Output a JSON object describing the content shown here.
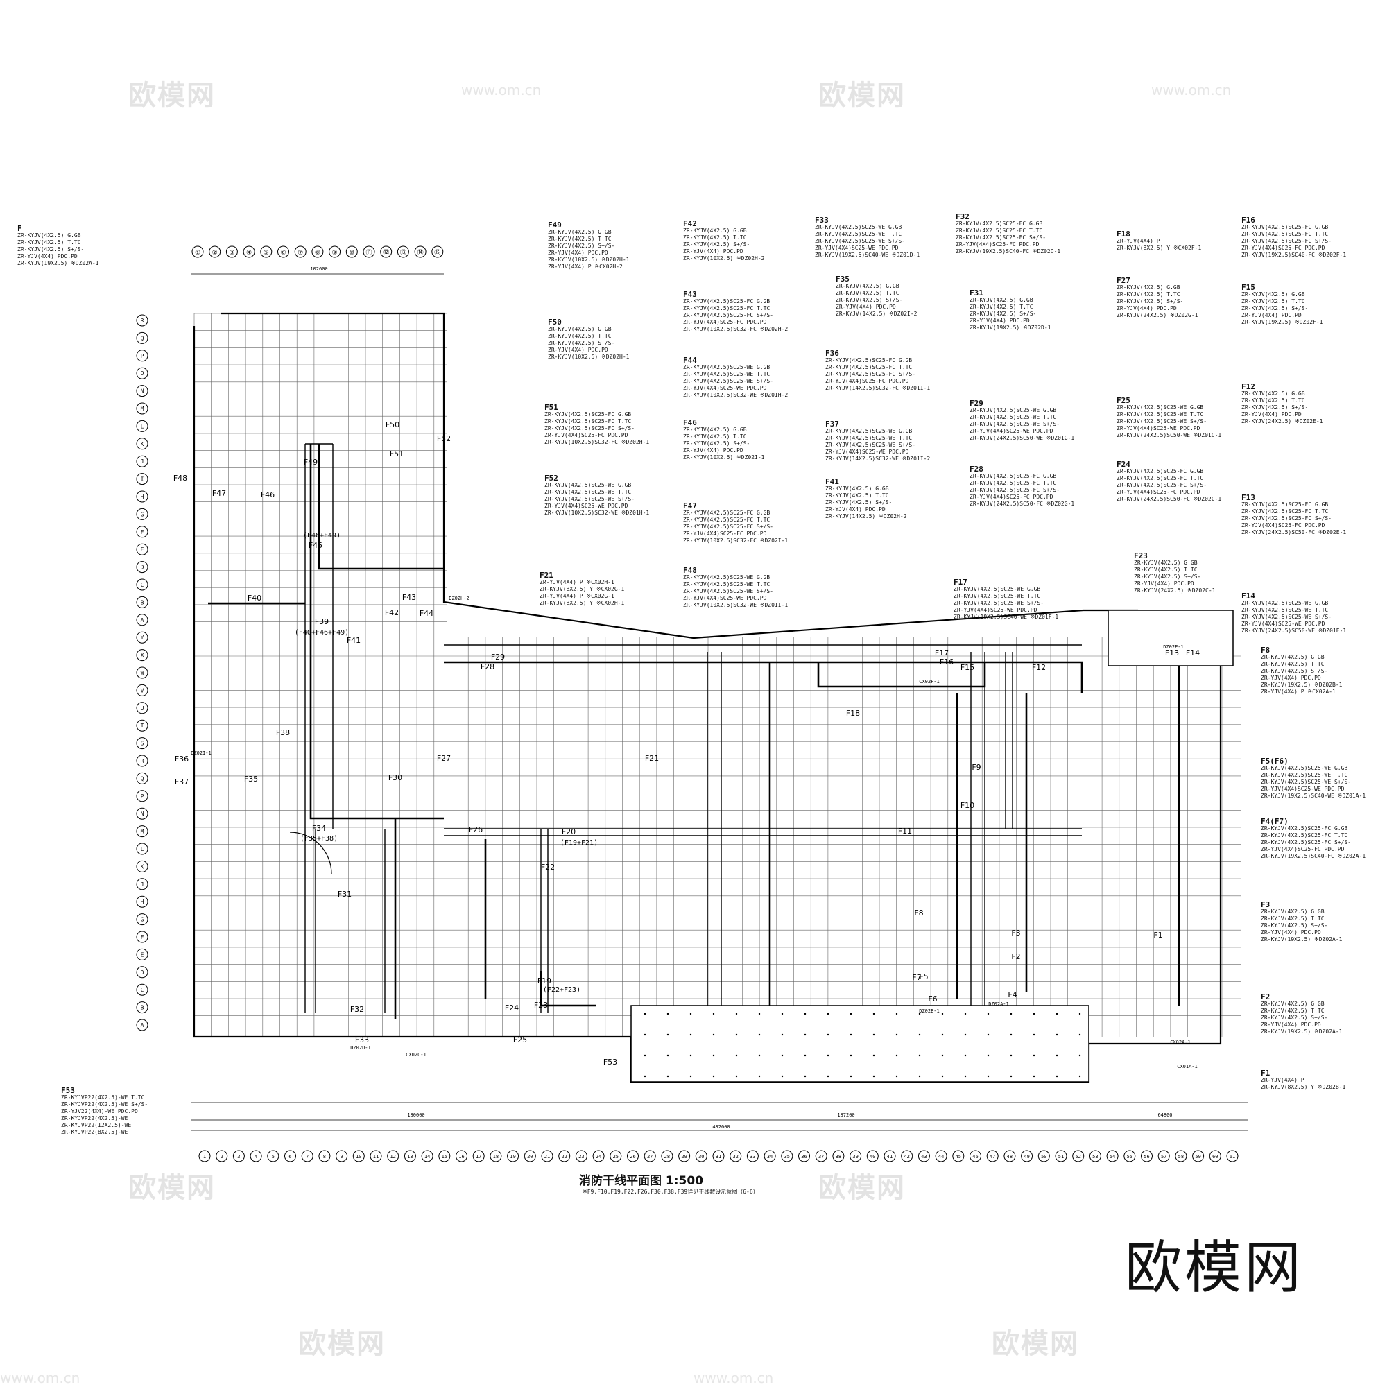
{
  "watermarks": {
    "brand_text": "欧模网",
    "url_text": "www.om.cn"
  },
  "drawing": {
    "title": "消防干线平面图 1:500",
    "note": "※F9,F10,F19,F22,F26,F30,F38,F39详见干线敷设示意图（6-6）",
    "top_dimension": "102600",
    "bottom_dimensions": [
      "180000",
      "187200",
      "64800",
      "432000"
    ],
    "column_grid_top": [
      "①",
      "②",
      "③",
      "④",
      "⑤",
      "⑥",
      "⑦",
      "⑧",
      "⑨",
      "⑩",
      "⑪",
      "⑫",
      "⑬",
      "⑭",
      "⑮"
    ],
    "column_grid_bottom_count": 61,
    "row_grid_left": [
      "R",
      "Q",
      "P",
      "O",
      "N",
      "M",
      "L",
      "K",
      "J",
      "I",
      "H",
      "G",
      "F",
      "E",
      "D",
      "C",
      "B",
      "A",
      "Y",
      "X",
      "W",
      "V",
      "U",
      "T",
      "S",
      "R",
      "Q",
      "P",
      "N",
      "M",
      "L",
      "K",
      "J",
      "H",
      "G",
      "F",
      "E",
      "D",
      "C",
      "B",
      "A"
    ],
    "feeder_labels": [
      "F1",
      "F2",
      "F3",
      "F4",
      "F5",
      "F6",
      "F7",
      "F8",
      "F9",
      "F10",
      "F11",
      "F12",
      "F13",
      "F14",
      "F15",
      "F16",
      "F17",
      "F18",
      "F19",
      "F20",
      "F21",
      "F22",
      "F23",
      "F24",
      "F25",
      "F26",
      "F27",
      "F28",
      "F29",
      "F30",
      "F31",
      "F32",
      "F33",
      "F34",
      "F35",
      "F36",
      "F37",
      "F38",
      "F39",
      "F40",
      "F41",
      "F42",
      "F43",
      "F44",
      "F45",
      "F46",
      "F47",
      "F48",
      "F49",
      "F50",
      "F51",
      "F52",
      "F53"
    ],
    "group_labels": [
      "(F46+F49)",
      "(F40+F46+F49)",
      "(F35+F38)",
      "(F19+F21)",
      "(F22+F23)"
    ],
    "box_labels": [
      "DZ02D-1",
      "DZ02H-2",
      "CX02C-1",
      "DZ02E-1",
      "DZ02B-1",
      "CX02A-1",
      "CX01A-1",
      "DZ02A-1",
      "CX02F-1",
      "DZ02I-1"
    ]
  },
  "legends": [
    {
      "id": "F",
      "lines": [
        "ZR-KYJV(4X2.5) G.GB",
        "ZR-KYJV(4X2.5) T.TC",
        "ZR-KYJV(4X2.5) S+/S-",
        "ZR-YJV(4X4) PDC.PD",
        "ZR-KYJV(19X2.5) ※DZ02A-1"
      ]
    },
    {
      "id": "F49",
      "lines": [
        "ZR-KYJV(4X2.5) G.GB",
        "ZR-KYJV(4X2.5) T.TC",
        "ZR-KYJV(4X2.5) S+/S-",
        "ZR-YJV(4X4) PDC.PD",
        "ZR-KYJV(10X2.5) ※DZ02H-1",
        "ZR-YJV(4X4) P ※CX02H-2"
      ]
    },
    {
      "id": "F42",
      "lines": [
        "ZR-KYJV(4X2.5) G.GB",
        "ZR-KYJV(4X2.5) T.TC",
        "ZR-KYJV(4X2.5) S+/S-",
        "ZR-YJV(4X4) PDC.PD",
        "ZR-KYJV(10X2.5) ※DZ02H-2"
      ]
    },
    {
      "id": "F33",
      "lines": [
        "ZR-KYJV(4X2.5)SC25-WE G.GB",
        "ZR-KYJV(4X2.5)SC25-WE T.TC",
        "ZR-KYJV(4X2.5)SC25-WE S+/S-",
        "ZR-YJV(4X4)SC25-WE PDC.PD",
        "ZR-KYJV(19X2.5)SC40-WE ※DZ01D-1"
      ]
    },
    {
      "id": "F32",
      "lines": [
        "ZR-KYJV(4X2.5)SC25-FC G.GB",
        "ZR-KYJV(4X2.5)SC25-FC T.TC",
        "ZR-KYJV(4X2.5)SC25-FC S+/S-",
        "ZR-YJV(4X4)SC25-FC PDC.PD",
        "ZR-KYJV(19X2.5)SC40-FC ※DZ02D-1"
      ]
    },
    {
      "id": "F18",
      "lines": [
        "ZR-YJV(4X4) P",
        "ZR-KYJV(8X2.5) Y ※CX02F-1"
      ]
    },
    {
      "id": "F16",
      "lines": [
        "ZR-KYJV(4X2.5)SC25-FC G.GB",
        "ZR-KYJV(4X2.5)SC25-FC T.TC",
        "ZR-KYJV(4X2.5)SC25-FC S+/S-",
        "ZR-YJV(4X4)SC25-FC PDC.PD",
        "ZR-KYJV(19X2.5)SC40-FC ※DZ02F-1"
      ]
    },
    {
      "id": "F50",
      "lines": [
        "ZR-KYJV(4X2.5) G.GB",
        "ZR-KYJV(4X2.5) T.TC",
        "ZR-KYJV(4X2.5) S+/S-",
        "ZR-YJV(4X4) PDC.PD",
        "ZR-KYJV(10X2.5) ※DZ02H-1"
      ]
    },
    {
      "id": "F43",
      "lines": [
        "ZR-KYJV(4X2.5)SC25-FC G.GB",
        "ZR-KYJV(4X2.5)SC25-FC T.TC",
        "ZR-KYJV(4X2.5)SC25-FC S+/S-",
        "ZR-YJV(4X4)SC25-FC PDC.PD",
        "ZR-KYJV(10X2.5)SC32-FC ※DZ02H-2"
      ]
    },
    {
      "id": "F35",
      "lines": [
        "ZR-KYJV(4X2.5) G.GB",
        "ZR-KYJV(4X2.5) T.TC",
        "ZR-KYJV(4X2.5) S+/S-",
        "ZR-YJV(4X4) PDC.PD",
        "ZR-KYJV(14X2.5) ※DZ02I-2"
      ]
    },
    {
      "id": "F31",
      "lines": [
        "ZR-KYJV(4X2.5) G.GB",
        "ZR-KYJV(4X2.5) T.TC",
        "ZR-KYJV(4X2.5) S+/S-",
        "ZR-YJV(4X4) PDC.PD",
        "ZR-KYJV(19X2.5) ※DZ02D-1"
      ]
    },
    {
      "id": "F27",
      "lines": [
        "ZR-KYJV(4X2.5) G.GB",
        "ZR-KYJV(4X2.5) T.TC",
        "ZR-KYJV(4X2.5) S+/S-",
        "ZR-YJV(4X4) PDC.PD",
        "ZR-KYJV(24X2.5) ※DZ02G-1"
      ]
    },
    {
      "id": "F15",
      "lines": [
        "ZR-KYJV(4X2.5) G.GB",
        "ZR-KYJV(4X2.5) T.TC",
        "ZR-KYJV(4X2.5) S+/S-",
        "ZR-YJV(4X4) PDC.PD",
        "ZR-KYJV(19X2.5) ※DZ02F-1"
      ]
    },
    {
      "id": "F44",
      "lines": [
        "ZR-KYJV(4X2.5)SC25-WE G.GB",
        "ZR-KYJV(4X2.5)SC25-WE T.TC",
        "ZR-KYJV(4X2.5)SC25-WE S+/S-",
        "ZR-YJV(4X4)SC25-WE PDC.PD",
        "ZR-KYJV(10X2.5)SC32-WE ※DZ01H-2"
      ]
    },
    {
      "id": "F36",
      "lines": [
        "ZR-KYJV(4X2.5)SC25-FC G.GB",
        "ZR-KYJV(4X2.5)SC25-FC T.TC",
        "ZR-KYJV(4X2.5)SC25-FC S+/S-",
        "ZR-YJV(4X4)SC25-FC PDC.PD",
        "ZR-KYJV(14X2.5)SC32-FC ※DZ01I-1"
      ]
    },
    {
      "id": "F51",
      "lines": [
        "ZR-KYJV(4X2.5)SC25-FC G.GB",
        "ZR-KYJV(4X2.5)SC25-FC T.TC",
        "ZR-KYJV(4X2.5)SC25-FC S+/S-",
        "ZR-YJV(4X4)SC25-FC PDC.PD",
        "ZR-KYJV(10X2.5)SC32-FC ※DZ02H-1"
      ]
    },
    {
      "id": "F46",
      "lines": [
        "ZR-KYJV(4X2.5) G.GB",
        "ZR-KYJV(4X2.5) T.TC",
        "ZR-KYJV(4X2.5) S+/S-",
        "ZR-YJV(4X4) PDC.PD",
        "ZR-KYJV(10X2.5) ※DZ02I-1"
      ]
    },
    {
      "id": "F37",
      "lines": [
        "ZR-KYJV(4X2.5)SC25-WE G.GB",
        "ZR-KYJV(4X2.5)SC25-WE T.TC",
        "ZR-KYJV(4X2.5)SC25-WE S+/S-",
        "ZR-YJV(4X4)SC25-WE PDC.PD",
        "ZR-KYJV(14X2.5)SC32-WE ※DZ01I-2"
      ]
    },
    {
      "id": "F29",
      "lines": [
        "ZR-KYJV(4X2.5)SC25-WE G.GB",
        "ZR-KYJV(4X2.5)SC25-WE T.TC",
        "ZR-KYJV(4X2.5)SC25-WE S+/S-",
        "ZR-YJV(4X4)SC25-WE PDC.PD",
        "ZR-KYJV(24X2.5)SC50-WE ※DZ01G-1"
      ]
    },
    {
      "id": "F25",
      "lines": [
        "ZR-KYJV(4X2.5)SC25-WE G.GB",
        "ZR-KYJV(4X2.5)SC25-WE T.TC",
        "ZR-KYJV(4X2.5)SC25-WE S+/S-",
        "ZR-YJV(4X4)SC25-WE PDC.PD",
        "ZR-KYJV(24X2.5)SC50-WE ※DZ01C-1"
      ]
    },
    {
      "id": "F12",
      "lines": [
        "ZR-KYJV(4X2.5) G.GB",
        "ZR-KYJV(4X2.5) T.TC",
        "ZR-KYJV(4X2.5) S+/S-",
        "ZR-YJV(4X4) PDC.PD",
        "ZR-KYJV(24X2.5) ※DZ02E-1"
      ]
    },
    {
      "id": "F52",
      "lines": [
        "ZR-KYJV(4X2.5)SC25-WE G.GB",
        "ZR-KYJV(4X2.5)SC25-WE T.TC",
        "ZR-KYJV(4X2.5)SC25-WE S+/S-",
        "ZR-YJV(4X4)SC25-WE PDC.PD",
        "ZR-KYJV(10X2.5)SC32-WE ※DZ01H-1"
      ]
    },
    {
      "id": "F47",
      "lines": [
        "ZR-KYJV(4X2.5)SC25-FC G.GB",
        "ZR-KYJV(4X2.5)SC25-FC T.TC",
        "ZR-KYJV(4X2.5)SC25-FC S+/S-",
        "ZR-YJV(4X4)SC25-FC PDC.PD",
        "ZR-KYJV(10X2.5)SC32-FC ※DZ02I-1"
      ]
    },
    {
      "id": "F41",
      "lines": [
        "ZR-KYJV(4X2.5) G.GB",
        "ZR-KYJV(4X2.5) T.TC",
        "ZR-KYJV(4X2.5) S+/S-",
        "ZR-YJV(4X4) PDC.PD",
        "ZR-KYJV(14X2.5) ※DZ02H-2"
      ]
    },
    {
      "id": "F28",
      "lines": [
        "ZR-KYJV(4X2.5)SC25-FC G.GB",
        "ZR-KYJV(4X2.5)SC25-FC T.TC",
        "ZR-KYJV(4X2.5)SC25-FC S+/S-",
        "ZR-YJV(4X4)SC25-FC PDC.PD",
        "ZR-KYJV(24X2.5)SC50-FC ※DZ02G-1"
      ]
    },
    {
      "id": "F24",
      "lines": [
        "ZR-KYJV(4X2.5)SC25-FC G.GB",
        "ZR-KYJV(4X2.5)SC25-FC T.TC",
        "ZR-KYJV(4X2.5)SC25-FC S+/S-",
        "ZR-YJV(4X4)SC25-FC PDC.PD",
        "ZR-KYJV(24X2.5)SC50-FC ※DZ02C-1"
      ]
    },
    {
      "id": "F13",
      "lines": [
        "ZR-KYJV(4X2.5)SC25-FC G.GB",
        "ZR-KYJV(4X2.5)SC25-FC T.TC",
        "ZR-KYJV(4X2.5)SC25-FC S+/S-",
        "ZR-YJV(4X4)SC25-FC PDC.PD",
        "ZR-KYJV(24X2.5)SC50-FC ※DZ02E-1"
      ]
    },
    {
      "id": "F21",
      "lines": [
        "ZR-YJV(4X4) P ※CX02H-1",
        "ZR-KYJV(8X2.5) Y ※CX02G-1",
        "ZR-YJV(4X4) P ※CX02G-1",
        "ZR-KYJV(8X2.5) Y ※CX02H-1"
      ]
    },
    {
      "id": "F48",
      "lines": [
        "ZR-KYJV(4X2.5)SC25-WE G.GB",
        "ZR-KYJV(4X2.5)SC25-WE T.TC",
        "ZR-KYJV(4X2.5)SC25-WE S+/S-",
        "ZR-YJV(4X4)SC25-WE PDC.PD",
        "ZR-KYJV(10X2.5)SC32-WE ※DZ01I-1"
      ]
    },
    {
      "id": "F17",
      "lines": [
        "ZR-KYJV(4X2.5)SC25-WE G.GB",
        "ZR-KYJV(4X2.5)SC25-WE T.TC",
        "ZR-KYJV(4X2.5)SC25-WE S+/S-",
        "ZR-YJV(4X4)SC25-WE PDC.PD",
        "ZR-KYJV(19X2.5)SC40-WE ※DZ01F-1"
      ]
    },
    {
      "id": "F23",
      "lines": [
        "ZR-KYJV(4X2.5) G.GB",
        "ZR-KYJV(4X2.5) T.TC",
        "ZR-KYJV(4X2.5) S+/S-",
        "ZR-YJV(4X4) PDC.PD",
        "ZR-KYJV(24X2.5) ※DZ02C-1"
      ]
    },
    {
      "id": "F14",
      "lines": [
        "ZR-KYJV(4X2.5)SC25-WE G.GB",
        "ZR-KYJV(4X2.5)SC25-WE T.TC",
        "ZR-KYJV(4X2.5)SC25-WE S+/S-",
        "ZR-YJV(4X4)SC25-WE PDC.PD",
        "ZR-KYJV(24X2.5)SC50-WE ※DZ01E-1"
      ]
    },
    {
      "id": "F8",
      "lines": [
        "ZR-KYJV(4X2.5) G.GB",
        "ZR-KYJV(4X2.5) T.TC",
        "ZR-KYJV(4X2.5) S+/S-",
        "ZR-YJV(4X4) PDC.PD",
        "ZR-KYJV(19X2.5) ※DZ02B-1",
        "ZR-YJV(4X4) P ※CX02A-1"
      ]
    },
    {
      "id": "F5(F6)",
      "lines": [
        "ZR-KYJV(4X2.5)SC25-WE G.GB",
        "ZR-KYJV(4X2.5)SC25-WE T.TC",
        "ZR-KYJV(4X2.5)SC25-WE S+/S-",
        "ZR-YJV(4X4)SC25-WE PDC.PD",
        "ZR-KYJV(19X2.5)SC40-WE ※DZ01A-1"
      ]
    },
    {
      "id": "F4(F7)",
      "lines": [
        "ZR-KYJV(4X2.5)SC25-FC G.GB",
        "ZR-KYJV(4X2.5)SC25-FC T.TC",
        "ZR-KYJV(4X2.5)SC25-FC S+/S-",
        "ZR-YJV(4X4)SC25-FC PDC.PD",
        "ZR-KYJV(19X2.5)SC40-FC ※DZ02A-1"
      ]
    },
    {
      "id": "F3",
      "lines": [
        "ZR-KYJV(4X2.5) G.GB",
        "ZR-KYJV(4X2.5) T.TC",
        "ZR-KYJV(4X2.5) S+/S-",
        "ZR-YJV(4X4) PDC.PD",
        "ZR-KYJV(19X2.5) ※DZ02A-1"
      ]
    },
    {
      "id": "F2",
      "lines": [
        "ZR-KYJV(4X2.5) G.GB",
        "ZR-KYJV(4X2.5) T.TC",
        "ZR-KYJV(4X2.5) S+/S-",
        "ZR-YJV(4X4) PDC.PD",
        "ZR-KYJV(19X2.5) ※DZ02A-1"
      ]
    },
    {
      "id": "F1",
      "lines": [
        "ZR-YJV(4X4) P",
        "ZR-KYJV(8X2.5) Y ※DZ02B-1"
      ]
    },
    {
      "id": "F53",
      "lines": [
        "ZR-KYJVP22(4X2.5)-WE T.TC",
        "ZR-KYJVP22(4X2.5)-WE S+/S-",
        "ZR-YJV22(4X4)-WE PDC.PD",
        "ZR-KYJVP22(4X2.5)-WE",
        "ZR-KYJVP22(12X2.5)-WE",
        "ZR-KYJVP22(8X2.5)-WE"
      ]
    }
  ]
}
